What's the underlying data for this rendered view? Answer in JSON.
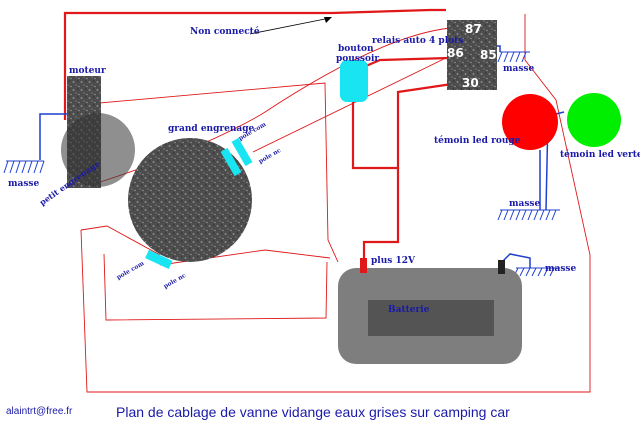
{
  "labels": {
    "non_connecte": "Non connecté",
    "relais": "relais auto 4 plots",
    "bouton_line1": "bouton",
    "bouton_line2": "poussoir",
    "moteur": "moteur",
    "grand_engrenage": "grand engrenage",
    "petit_engrenage": "petit engrenage",
    "pole_com_top": "pole com",
    "pole_nc_top": "pole nc",
    "pole_com_bottom": "pole com",
    "pole_nc_bottom": "pole nc",
    "masse_left": "masse",
    "masse_relay": "masse",
    "masse_leds": "masse",
    "masse_battery": "masse",
    "temoin_rouge": "témoin led rouge",
    "temoin_verte": "témoin led verte",
    "plus_12v": "plus 12V",
    "batterie": "Batterie"
  },
  "relay_pins": {
    "p87": "87",
    "p86": "86",
    "p85": "85",
    "p30": "30"
  },
  "footer": {
    "email": "alaintrt@free.fr",
    "title": "Plan de cablage de vanne vidange eaux grises sur camping car"
  },
  "colors": {
    "wire_red": "#e0181a",
    "wire_blue": "#1f3fd0",
    "label_blue": "#1a1aa8",
    "led_red": "#ff0000",
    "led_green": "#00ee00",
    "button_cyan": "#19e4f2",
    "battery_gray": "#7e7e7e",
    "battery_inner": "#545454"
  }
}
